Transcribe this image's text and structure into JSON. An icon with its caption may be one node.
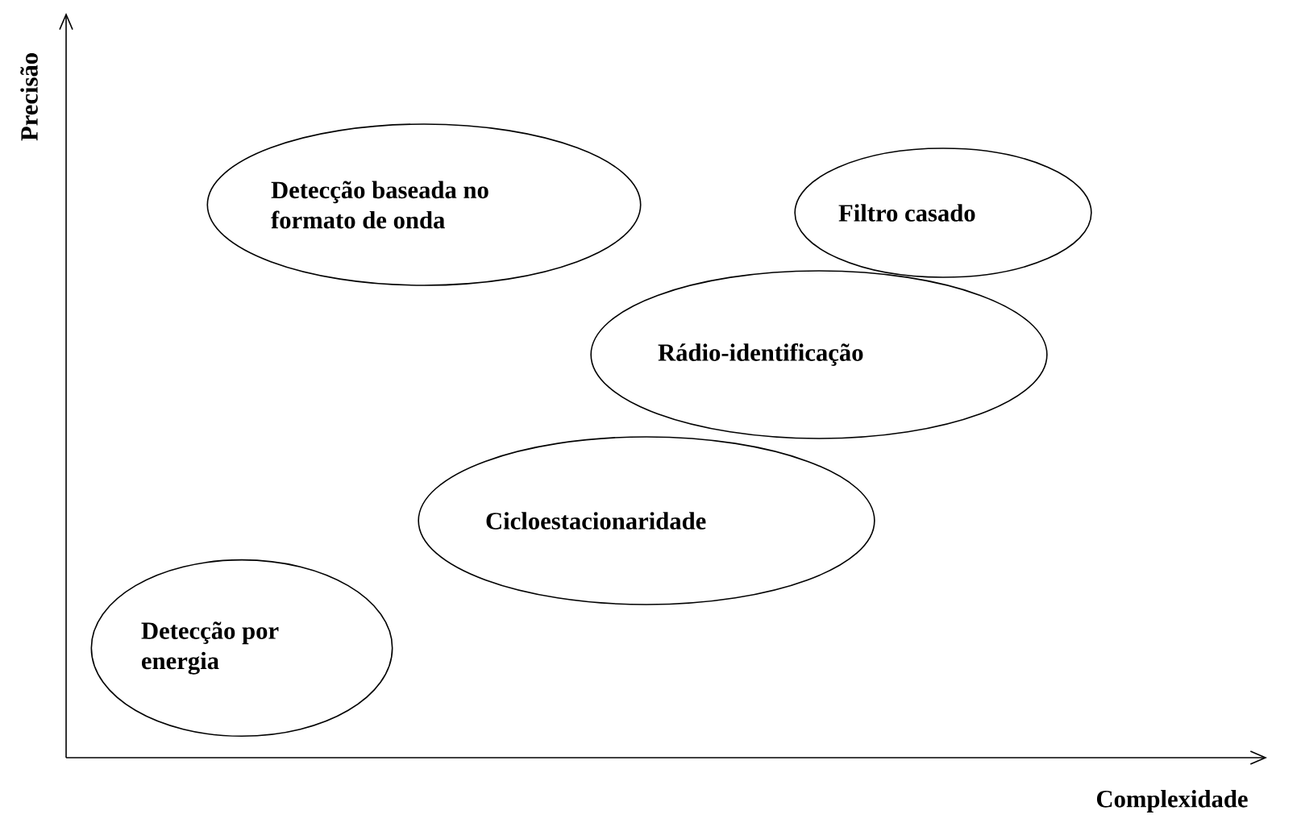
{
  "diagram": {
    "nodes": [
      {
        "text": [
          "Detecção baseada no formato de onda"
        ]
      },
      {
        "text": [
          "Filtro casado"
        ]
      },
      {
        "text": [
          "Rádio-identificação"
        ]
      },
      {
        "text": [
          "Cicloestacionaridade"
        ]
      },
      {
        "text": [
          "Detecção por energia"
        ]
      }
    ],
    "labels": [
      "Precisão",
      "Complexidade"
    ]
  }
}
